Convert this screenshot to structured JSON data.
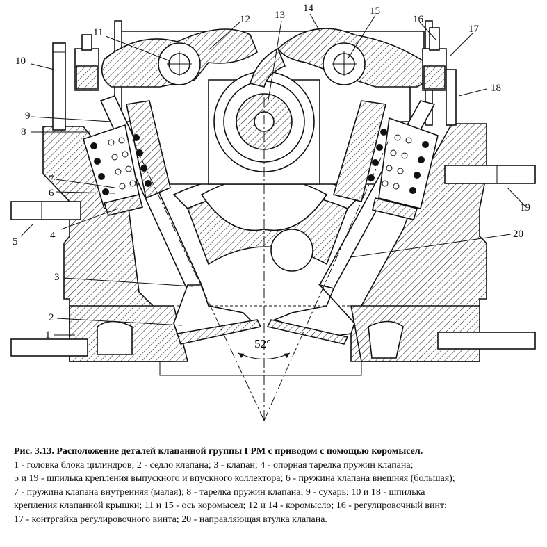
{
  "figure": {
    "angle_label": "52°",
    "callouts": [
      "1",
      "2",
      "3",
      "4",
      "5",
      "6",
      "7",
      "8",
      "9",
      "10",
      "11",
      "12",
      "13",
      "14",
      "15",
      "16",
      "17",
      "18",
      "19",
      "20"
    ]
  },
  "caption": {
    "title": "Рис. 3.13. Расположение деталей клапанной группы ГРМ с приводом с помощью коромысел.",
    "lines": [
      "1 - головка блока цилиндров; 2 - седло клапана; 3 - клапан; 4 - опорная тарелка пружин клапана;",
      "5 и 19 - шпилька крепления выпускного и впускного коллектора; 6 - пружина клапана внешняя (большая);",
      "7 - пружина клапана внутренняя (малая); 8 - тарелка пружин клапана; 9 - сухарь; 10 и 18 - шпилька",
      "крепления клапанной крышки; 11 и 15 - ось коромысел; 12 и 14 - коромысло; 16 - регулировочный винт;",
      "17 - контргайка регулировочного винта; 20 - направляющая втулка клапана."
    ]
  }
}
